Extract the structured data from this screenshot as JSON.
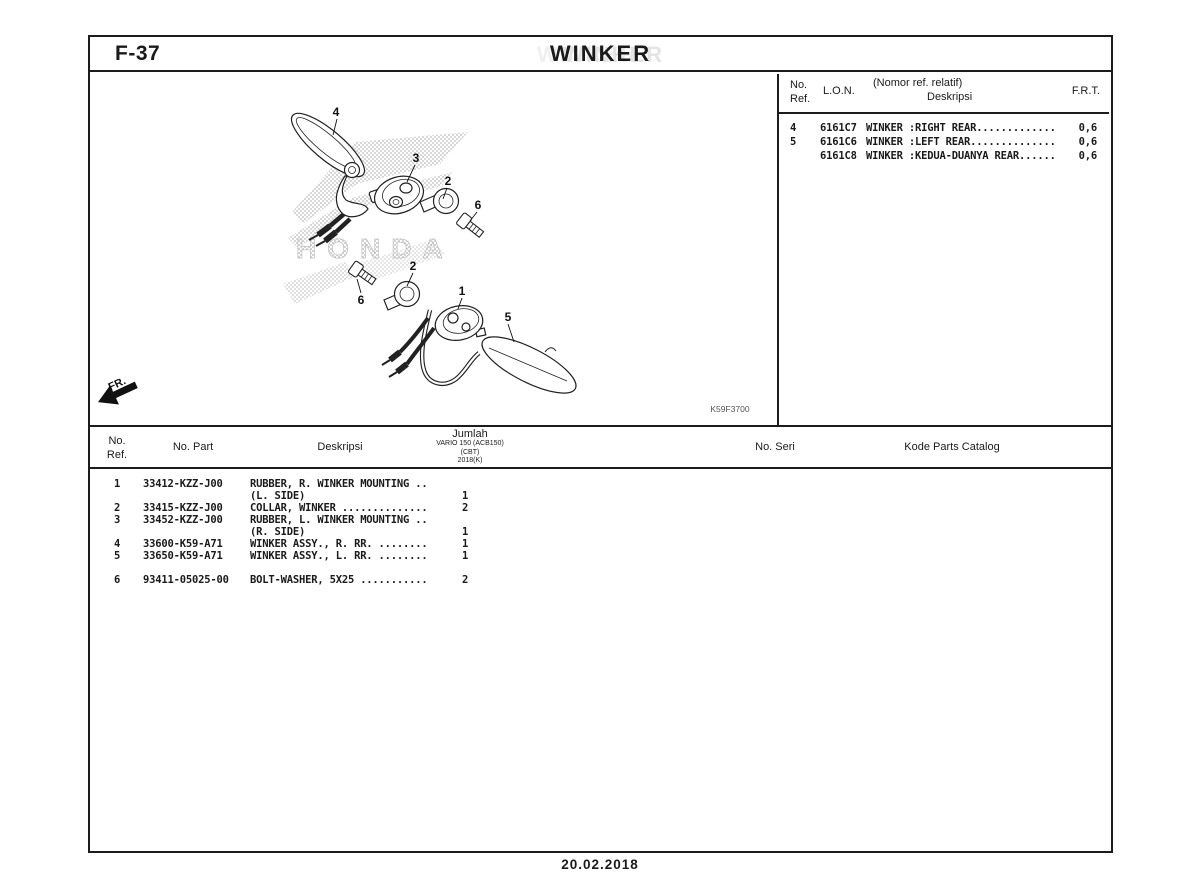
{
  "page": {
    "code": "F-37",
    "title": "WINKER",
    "date": "20.02.2018",
    "diagram_code": "K59F3700",
    "fr_label": "FR.",
    "watermark": "HONDA"
  },
  "ref_table": {
    "header": {
      "no": "No.",
      "ref": "Ref.",
      "lon": "L.O.N.",
      "desk_note": "(Nomor ref. relatif)",
      "desk": "Deskripsi",
      "frt": "F.R.T."
    },
    "rows": [
      {
        "ref": "4",
        "lon": "6161C7",
        "desc": "WINKER :RIGHT REAR.............",
        "frt": "0,6"
      },
      {
        "ref": "5",
        "lon": "6161C6",
        "desc": "WINKER :LEFT REAR..............",
        "frt": "0,6"
      },
      {
        "ref": "",
        "lon": "6161C8",
        "desc": "WINKER :KEDUA-DUANYA REAR......",
        "frt": "0,6"
      }
    ]
  },
  "parts_table": {
    "header": {
      "no": "No.",
      "ref": "Ref.",
      "no_part": "No. Part",
      "desk": "Deskripsi",
      "jumlah": "Jumlah",
      "model": "VARIO 150 (ACB150)",
      "variant": "(CBT)",
      "year": "2018(K)",
      "no_seri": "No. Seri",
      "kode": "Kode Parts Catalog"
    },
    "lines": [
      {
        "ref": "1",
        "part": "33412-KZZ-J00",
        "desc": "RUBBER, R. WINKER MOUNTING ..",
        "qty": ""
      },
      {
        "ref": "",
        "part": "",
        "desc": "(L. SIDE)",
        "qty": "1"
      },
      {
        "ref": "2",
        "part": "33415-KZZ-J00",
        "desc": "COLLAR, WINKER ..............",
        "qty": "2"
      },
      {
        "ref": "3",
        "part": "33452-KZZ-J00",
        "desc": "RUBBER, L. WINKER MOUNTING ..",
        "qty": ""
      },
      {
        "ref": "",
        "part": "",
        "desc": "(R. SIDE)",
        "qty": "1"
      },
      {
        "ref": "4",
        "part": "33600-K59-A71",
        "desc": "WINKER ASSY., R. RR. ........",
        "qty": "1"
      },
      {
        "ref": "5",
        "part": "33650-K59-A71",
        "desc": "WINKER ASSY., L. RR. ........",
        "qty": "1"
      },
      {
        "ref": "",
        "part": "",
        "desc": "",
        "qty": ""
      },
      {
        "ref": "6",
        "part": "93411-05025-00",
        "desc": "BOLT-WASHER, 5X25 ...........",
        "qty": "2"
      }
    ]
  },
  "diagram": {
    "labels": [
      {
        "text": "4"
      },
      {
        "text": "3"
      },
      {
        "text": "2"
      },
      {
        "text": "6"
      },
      {
        "text": "6"
      },
      {
        "text": "2"
      },
      {
        "text": "1"
      },
      {
        "text": "5"
      }
    ]
  }
}
